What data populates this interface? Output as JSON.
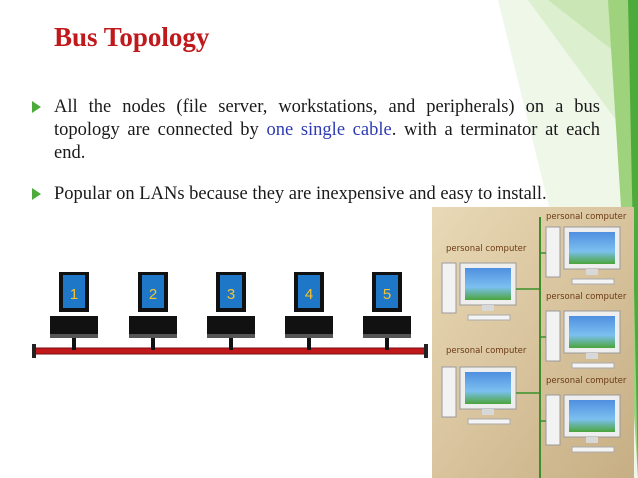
{
  "slide": {
    "title": "Bus Topology",
    "paragraph1": {
      "before": "All the nodes (file server, workstations, and peripherals) on a bus topology are connected by ",
      "highlight": "one single cable",
      "after": ". with a terminator at each end."
    },
    "paragraph2": "Popular on LANs because they are inexpensive and easy to install.",
    "accent_color": "#4dab3b",
    "title_color": "#c0181b",
    "highlight_color": "#2e3bb5"
  },
  "bus_diagram": {
    "node_labels": [
      "1",
      "2",
      "3",
      "4",
      "5"
    ],
    "cable_color": "#c0181b",
    "screen_color": "#1f77c8",
    "label_color": "#f4c430"
  },
  "photo": {
    "labels": [
      "personal computer",
      "personal computer",
      "personal computer",
      "personal computer",
      "personal computer"
    ]
  }
}
